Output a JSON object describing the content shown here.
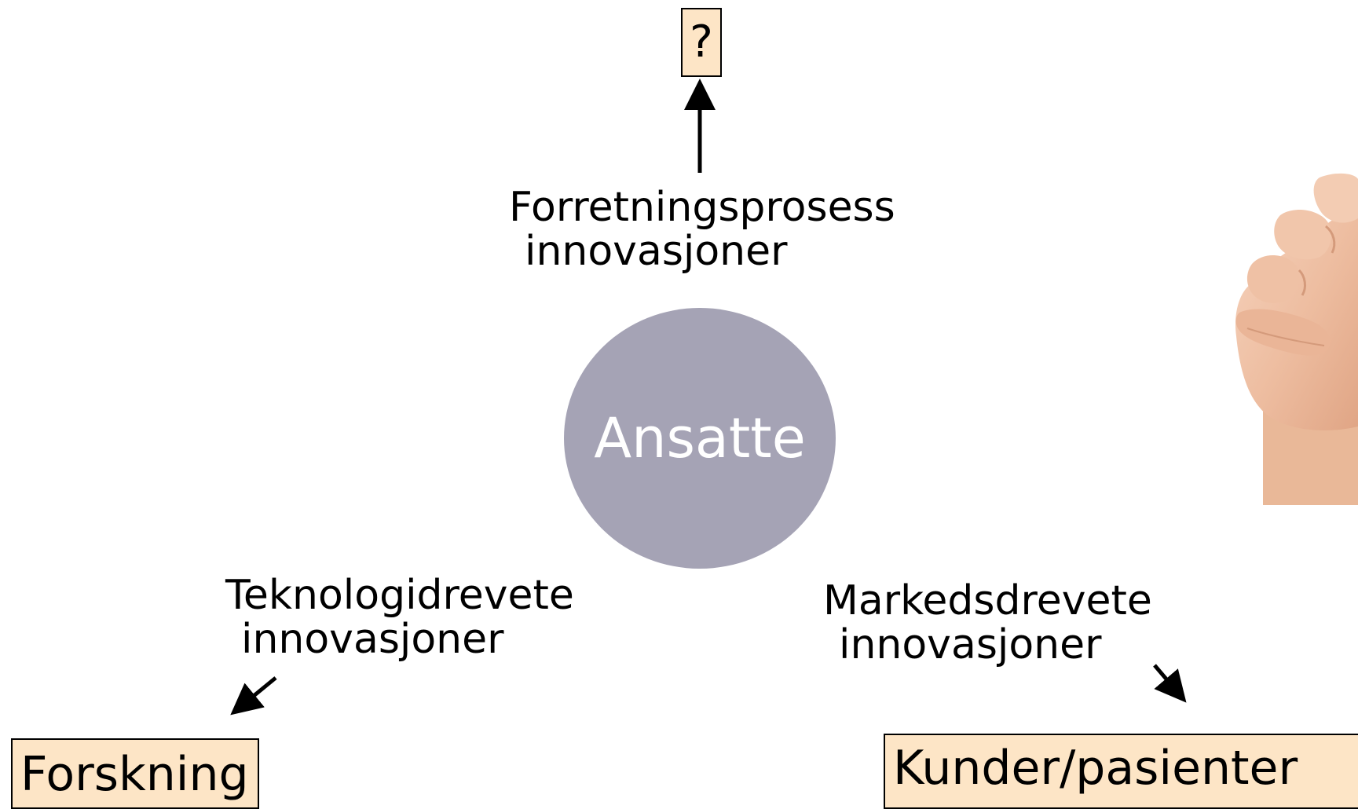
{
  "diagram": {
    "center": {
      "label": "Ansatte",
      "fill_color": "#a5a3b5"
    },
    "targets": {
      "top": "?",
      "left": "Forskning",
      "right": "Kunder/pasienter",
      "box_fill_color": "#fde5c6"
    },
    "innovations": {
      "top": {
        "line1": "Forretningsprosess",
        "line2": "innovasjoner"
      },
      "left": {
        "line1": "Teknologidrevete",
        "line2": "innovasjoner"
      },
      "right": {
        "line1": "Markedsdrevete",
        "line2": "innovasjoner"
      }
    },
    "image": {
      "icon": "raised-fist-hand-icon"
    }
  }
}
